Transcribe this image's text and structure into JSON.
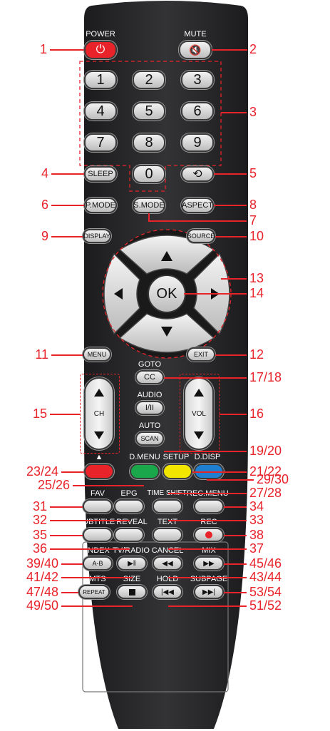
{
  "top_labels": {
    "power": "POWER",
    "mute": "MUTE",
    "goto": "GOTO",
    "audio": "AUDIO",
    "auto": "AUTO",
    "eject": "▲",
    "d_menu": "D.MENU",
    "setup": "SETUP",
    "d_disp": "D.DISP",
    "fav": "FAV",
    "epg": "EPG",
    "time_shift": "TIME SHIFT",
    "rec_menu": "REC.MENU",
    "subtitle": "SUBTITLE",
    "reveal": "REVEAL",
    "text": "TEXT",
    "rec": "REC",
    "index": "INDEX",
    "tv_radio": "TV/RADIO",
    "cancel": "CANCEL",
    "mix": "MIX",
    "mts": "MTS",
    "size": "SIZE",
    "hold": "HOLD",
    "subpage": "SUBPAGE"
  },
  "keys": {
    "n1": "1",
    "n2": "2",
    "n3": "3",
    "n4": "4",
    "n5": "5",
    "n6": "6",
    "n7": "7",
    "n8": "8",
    "n9": "9",
    "n0": "0",
    "sleep": "SLEEP",
    "pmode": "P.MODE",
    "smode": "S.MODE",
    "aspect": "ASPECT",
    "display": "DISPLAY",
    "source": "SOURCE",
    "ok": "OK",
    "menu": "MENU",
    "exit": "EXIT",
    "cc": "CC",
    "audio": "I/II",
    "scan": "SCAN",
    "ch": "CH",
    "vol": "VOL",
    "ab": "A-B",
    "repeat": "REPEAT"
  },
  "callouts": {
    "c1": "1",
    "c2": "2",
    "c3": "3",
    "c4": "4",
    "c5": "5",
    "c6": "6",
    "c7": "7",
    "c8": "8",
    "c9": "9",
    "c10": "10",
    "c11": "11",
    "c12": "12",
    "c13": "13",
    "c14": "14",
    "c15": "15",
    "c16": "16",
    "c17": "17/18",
    "c19": "19/20",
    "c21": "21/22",
    "c23": "23/24",
    "c25": "25/26",
    "c27": "27/28",
    "c29": "29/30",
    "c31": "31",
    "c32": "32",
    "c33": "33",
    "c34": "34",
    "c35": "35",
    "c36": "36",
    "c37": "37",
    "c38": "38",
    "c39": "39/40",
    "c41": "41/42",
    "c43": "43/44",
    "c45": "45/46",
    "c47": "47/48",
    "c49": "49/50",
    "c51": "51/52",
    "c53": "53/54"
  },
  "colors": {
    "body": "#2b2b2d",
    "callout": "#e8232a",
    "power_key": "#e8232a",
    "red_key": "#e8232a",
    "green_key": "#1aa64a",
    "yellow_key": "#f2e500",
    "blue_key": "#1e7fd0"
  }
}
